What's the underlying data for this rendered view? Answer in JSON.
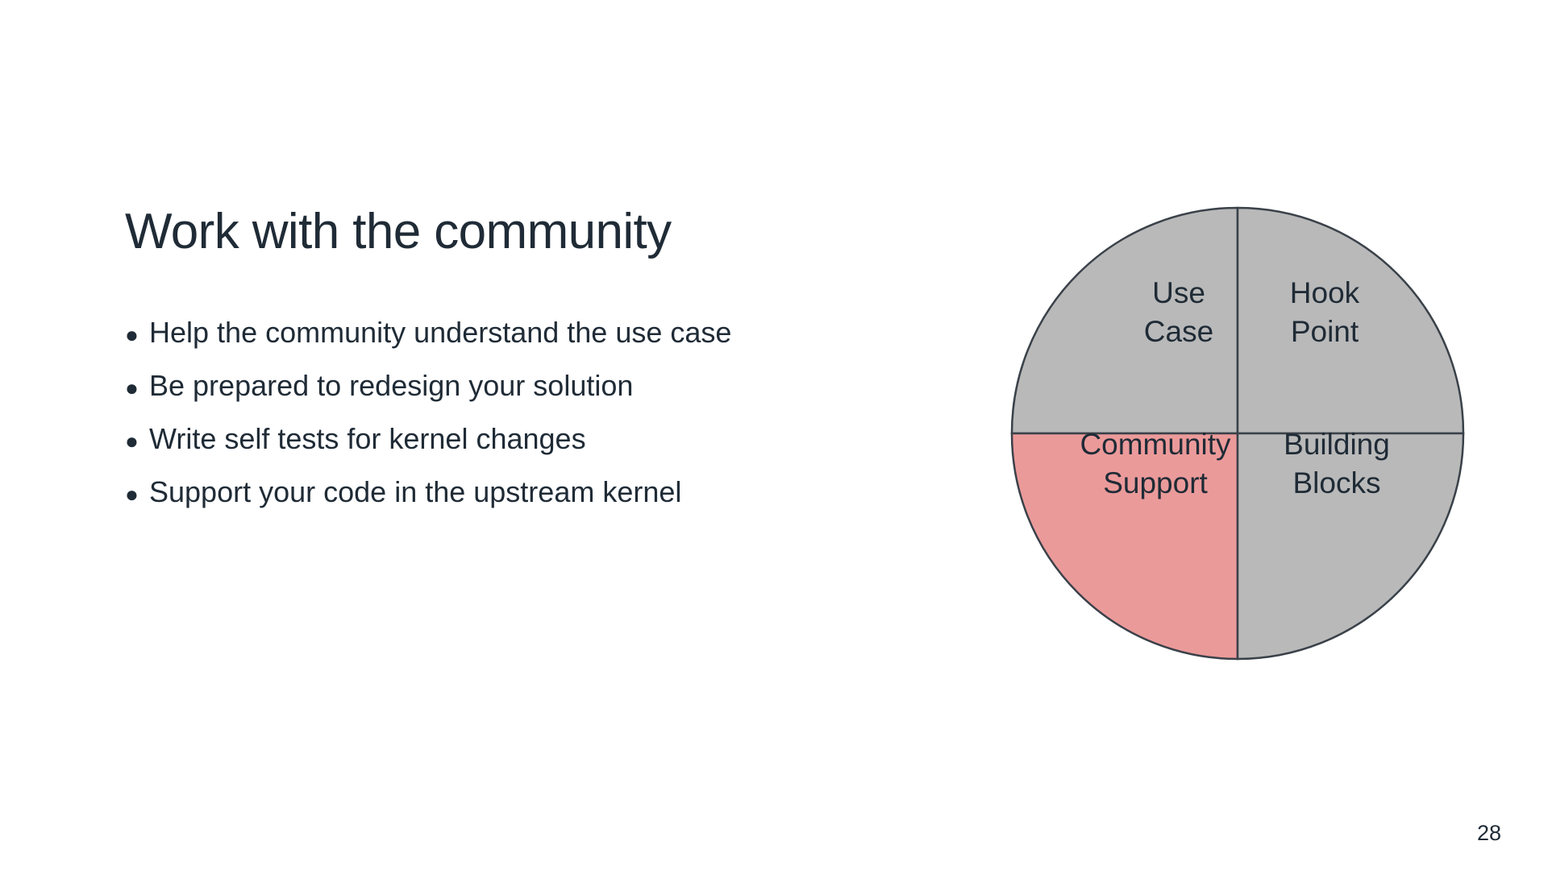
{
  "slide": {
    "title": "Work with the community",
    "page_number": "28",
    "background_color": "#ffffff",
    "text_color": "#1f2b36"
  },
  "bullets": {
    "marker": "●",
    "items": [
      {
        "text": "Help the community understand the use case"
      },
      {
        "text": "Be prepared to redesign your solution"
      },
      {
        "text": "Write self tests for kernel changes"
      },
      {
        "text": "Support your code in the upstream kernel"
      }
    ]
  },
  "diagram": {
    "name": "quadrant-circle-diagram",
    "shape": "circle-four-quadrants",
    "stroke_color": "#3a4149",
    "colors": {
      "inactive": "#b9b9b9",
      "highlight": "#eb9a9a"
    },
    "quadrants": [
      {
        "id": "use-case",
        "position": "top-left",
        "line1": "Use",
        "line2": "Case",
        "fill": "#b9b9b9",
        "highlighted": false
      },
      {
        "id": "hook-point",
        "position": "top-right",
        "line1": "Hook",
        "line2": "Point",
        "fill": "#b9b9b9",
        "highlighted": false
      },
      {
        "id": "community-support",
        "position": "bottom-left",
        "line1": "Community",
        "line2": "Support",
        "fill": "#eb9a9a",
        "highlighted": true
      },
      {
        "id": "building-blocks",
        "position": "bottom-right",
        "line1": "Building",
        "line2": "Blocks",
        "fill": "#b9b9b9",
        "highlighted": false
      }
    ]
  }
}
